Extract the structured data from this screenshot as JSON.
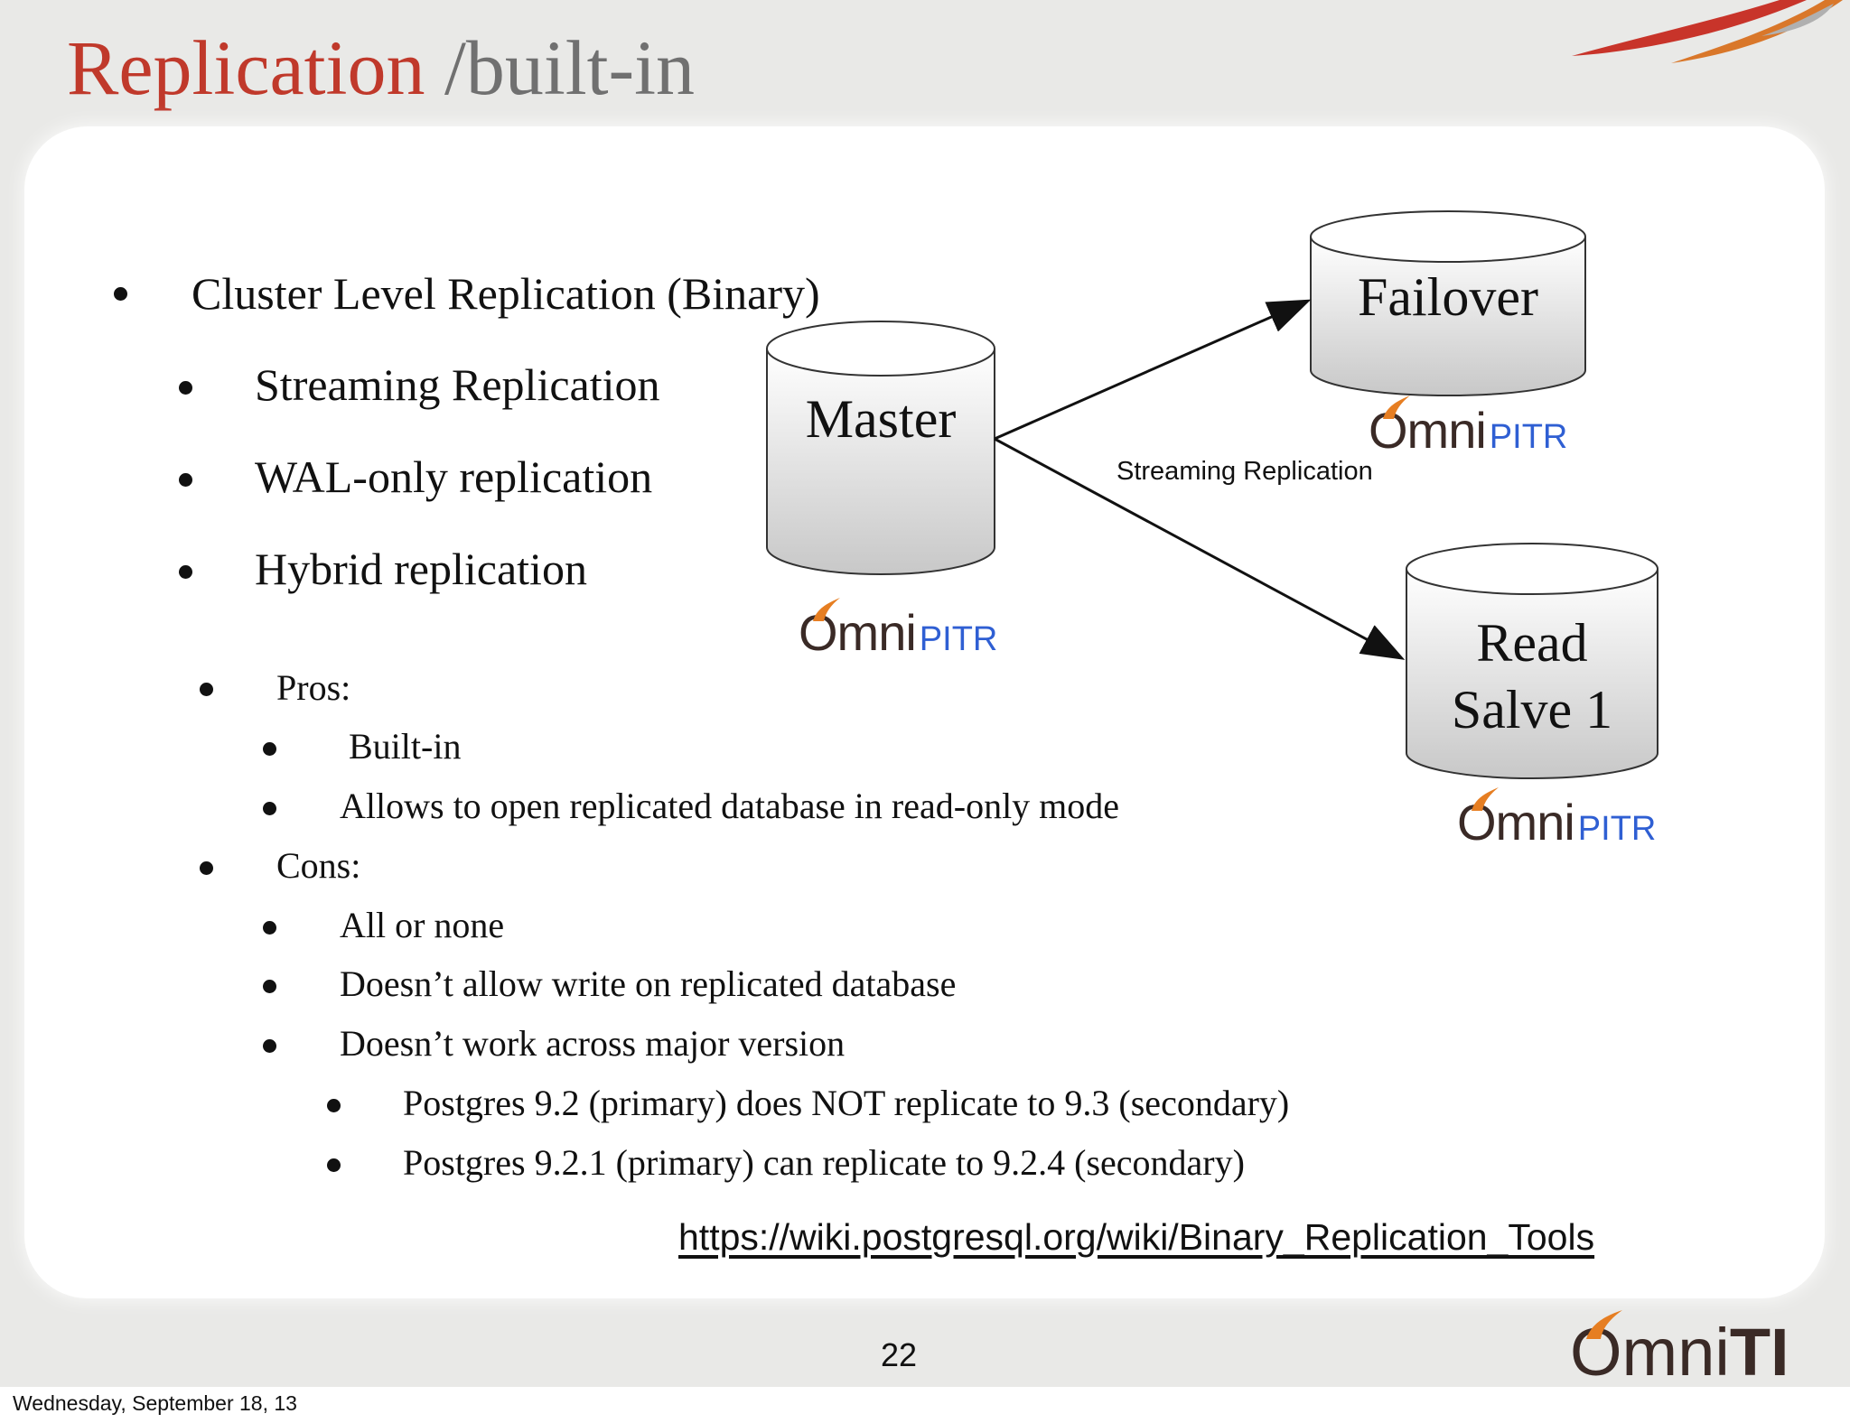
{
  "slide": {
    "title_main": "Replication",
    "title_sub": "/built-in",
    "bullets": {
      "b1": "Cluster Level Replication (Binary)",
      "b1_sub": [
        "Streaming Replication",
        "WAL-only replication",
        "Hybrid replication"
      ],
      "pros_label": "Pros:",
      "pros": [
        "Built-in",
        "Allows to open replicated database in read-only mode"
      ],
      "cons_label": "Cons:",
      "cons": [
        "All or none",
        "Doesn’t allow write on replicated database",
        "Doesn’t work across major version"
      ],
      "cons_sub": [
        "Postgres 9.2 (primary)  does NOT replicate to 9.3 (secondary)",
        "Postgres 9.2.1 (primary) can replicate to 9.2.4 (secondary)"
      ]
    },
    "diagram": {
      "master": "Master",
      "failover": "Failover",
      "read_slave_line1": "Read",
      "read_slave_line2": "Salve 1",
      "edge_label": "Streaming Replication",
      "logo_text_om": "Omni",
      "logo_text_pitr": "PITR"
    },
    "link": "https://wiki.postgresql.org/wiki/Binary_Replication_Tools",
    "page_number": "22",
    "brand_om": "Omni",
    "brand_ti": "TI"
  },
  "footer": {
    "date": "Wednesday, September 18, 13"
  },
  "colors": {
    "title_accent": "#c0392b",
    "title_grey": "#707070",
    "pitr_blue": "#2f5fd3",
    "flame_red": "#c62828",
    "flame_orange": "#e67e22"
  }
}
